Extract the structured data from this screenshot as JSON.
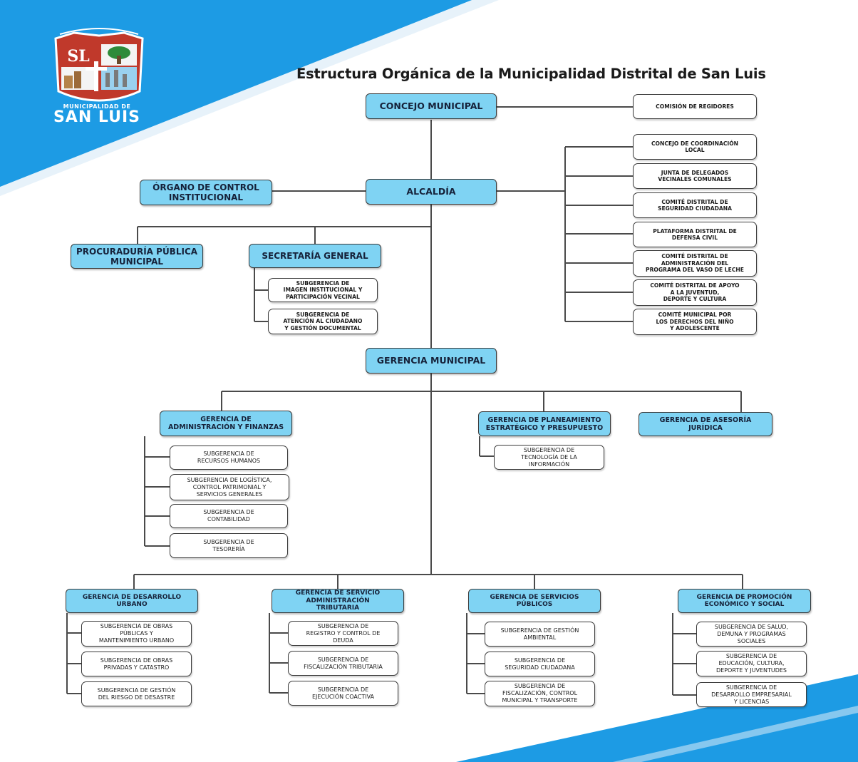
{
  "title": "Estructura Orgánica de la Municipalidad Distrital de San Luis",
  "logo": {
    "line1": "MUNICIPALIDAD DE",
    "line2": "SAN LUIS",
    "emblem": "SL"
  },
  "colors": {
    "primary_box": "#7fd3f3",
    "banner_blue": "#1d9be4",
    "banner_light": "#cfe6f6"
  },
  "nodes": {
    "concejo": "CONCEJO MUNICIPAL",
    "comision": "COMISIÓN DE REGIDORES",
    "alcaldia": "ALCALDÍA",
    "organo_control": "ÓRGANO DE CONTROL\nINSTITUCIONAL",
    "procuraduria": "PROCURADURÍA PÚBLICA\nMUNICIPAL",
    "secretaria": "SECRETARÍA GENERAL",
    "sub_imagen": "SUBGERENCIA DE\nIMAGEN INSTITUCIONAL Y\nPARTICIPACIÓN VECINAL",
    "sub_atencion": "SUBGERENCIA DE\nATENCIÓN AL CIUDADANO\nY GESTIÓN DOCUMENTAL",
    "coord_local": "CONCEJO DE COORDINACIÓN\nLOCAL",
    "junta_delegados": "JUNTA DE DELEGADOS\nVECINALES COMUNALES",
    "comite_seguridad": "COMITÉ DISTRITAL DE\nSEGURIDAD CIUDADANA",
    "plataforma_defensa": "PLATAFORMA DISTRITAL DE\nDEFENSA CIVIL",
    "comite_vaso_leche": "COMITÉ DISTRITAL DE\nADMINISTRACIÓN DEL\nPROGRAMA DEL VASO DE LECHE",
    "comite_juventud": "COMITÉ DISTRITAL DE APOYO\nA LA JUVENTUD,\nDEPORTE Y CULTURA",
    "comite_nino": "COMITÉ MUNICIPAL POR\nLOS DERECHOS DEL NIÑO\nY ADOLESCENTE",
    "gerencia_municipal": "GERENCIA MUNICIPAL",
    "ger_admin": "GERENCIA DE\nADMINISTRACIÓN Y FINANZAS",
    "sub_rrhh": "SUBGERENCIA DE\nRECURSOS HUMANOS",
    "sub_logistica": "SUBGERENCIA DE LOGÍSTICA,\nCONTROL PATRIMONIAL Y\nSERVICIOS GENERALES",
    "sub_contabilidad": "SUBGERENCIA DE\nCONTABILIDAD",
    "sub_tesoreria": "SUBGERENCIA DE\nTESORERÍA",
    "ger_planeamiento": "GERENCIA DE PLANEAMIENTO\nESTRATÉGICO Y PRESUPUESTO",
    "sub_tecnologia": "SUBGERENCIA DE\nTECNOLOGÍA DE LA\nINFORMACIÓN",
    "ger_asesoria": "GERENCIA DE ASESORÍA\nJURÍDICA",
    "ger_desarrollo": "GERENCIA DE DESARROLLO\nURBANO",
    "sub_obras_publicas": "SUBGERENCIA DE OBRAS\nPÚBLICAS Y\nMANTENIMIENTO URBANO",
    "sub_obras_privadas": "SUBGERENCIA DE OBRAS\nPRIVADAS Y CATASTRO",
    "sub_riesgo": "SUBGERENCIA DE GESTIÓN\nDEL RIESGO DE DESASTRE",
    "ger_tributaria": "GERENCIA DE SERVICIO\nADMINISTRACIÓN\nTRIBUTARIA",
    "sub_registro": "SUBGERENCIA DE\nREGISTRO Y CONTROL DE\nDEUDA",
    "sub_fiscalizacion_trib": "SUBGERENCIA DE\nFISCALIZACIÓN TRIBUTARIA",
    "sub_ejecucion": "SUBGERENCIA DE\nEJECUCIÓN COACTIVA",
    "ger_servicios": "GERENCIA DE SERVICIOS\nPÚBLICOS",
    "sub_ambiental": "SUBGERENCIA DE GESTIÓN\nAMBIENTAL",
    "sub_seguridad": "SUBGERENCIA DE\nSEGURIDAD CIUDADANA",
    "sub_fiscalizacion_mun": "SUBGERENCIA DE\nFISCALIZACIÓN, CONTROL\nMUNICIPAL Y TRANSPORTE",
    "ger_promocion": "GERENCIA DE PROMOCIÓN\nECONÓMICO Y SOCIAL",
    "sub_salud": "SUBGERENCIA DE SALUD,\nDEMUNA Y PROGRAMAS\nSOCIALES",
    "sub_educacion": "SUBGERENCIA DE\nEDUCACIÓN, CULTURA,\nDEPORTE Y JUVENTUDES",
    "sub_empresarial": "SUBGERENCIA DE\nDESARROLLO EMPRESARIAL\nY LICENCIAS"
  }
}
